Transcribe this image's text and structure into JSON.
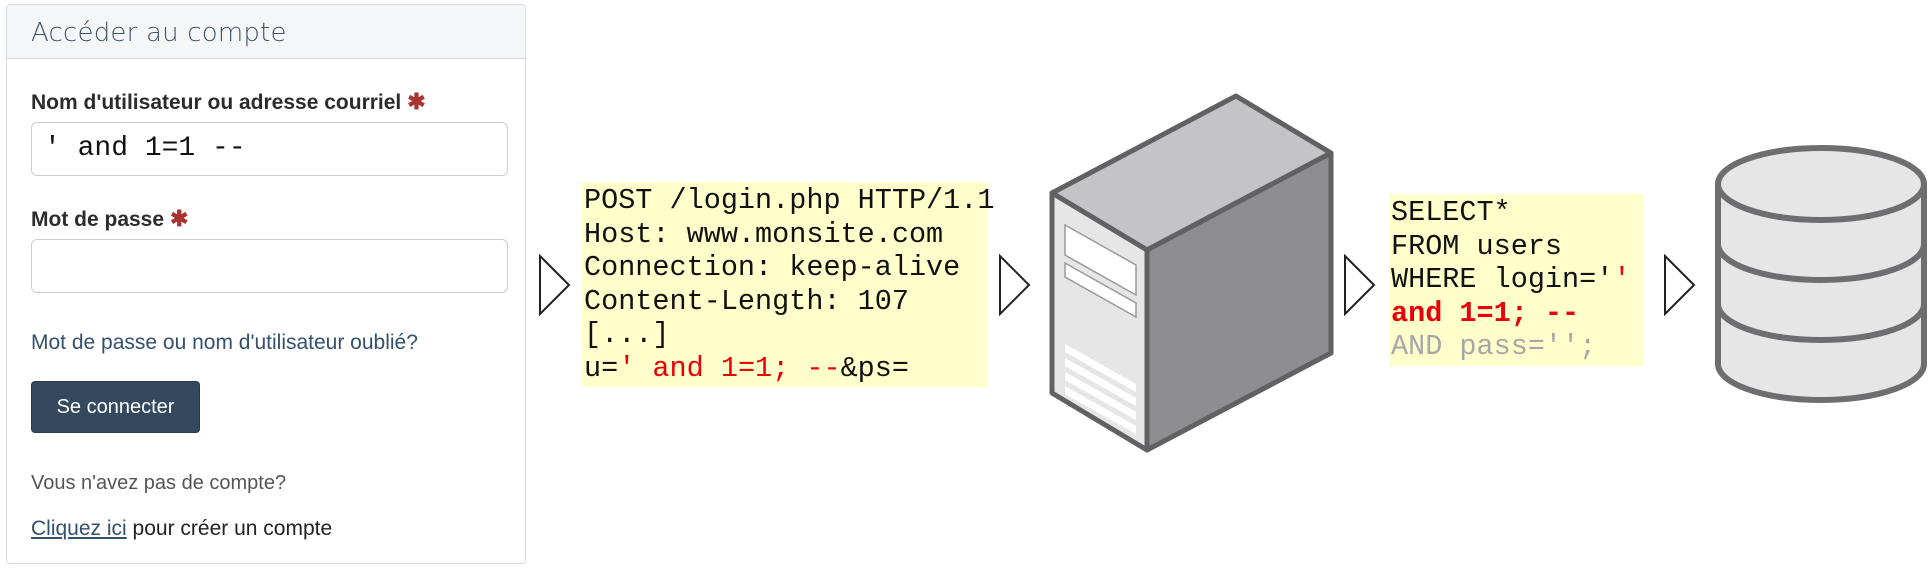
{
  "login_panel": {
    "title": "Accéder au compte",
    "username_label": "Nom d'utilisateur ou adresse courriel",
    "required_mark": "✱",
    "username_value": "' and 1=1 --",
    "password_label": "Mot de passe",
    "password_value": "",
    "forgot_link": "Mot de passe ou nom d'utilisateur oublié?",
    "login_button": "Se connecter",
    "no_account_text": "Vous n'avez pas de compte?",
    "create_link": "Cliquez ici",
    "create_text": " pour créer un compte"
  },
  "http_request": {
    "lines": [
      "POST /login.php HTTP/1.1",
      "Host: www.monsite.com",
      "Connection: keep-alive",
      "Content-Length: 107",
      "[...]"
    ],
    "payload_prefix": "u=",
    "payload_injected": "' and 1=1; --",
    "payload_suffix": "&ps="
  },
  "sql_query": {
    "line1": "SELECT*",
    "line2": "FROM users",
    "line3_prefix": "WHERE login='",
    "line3_injected": "'",
    "line4_injected": "and 1=1; --",
    "line5_commented": "AND pass='';"
  },
  "graphics": {
    "server_icon": "server-icon",
    "database_icon": "database-icon",
    "arrow_icon": "arrow-right-icon"
  },
  "colors": {
    "code_background": "#ffffcc",
    "injection": "#e8000b",
    "commented": "#a7a7a7",
    "button": "#35495e"
  }
}
